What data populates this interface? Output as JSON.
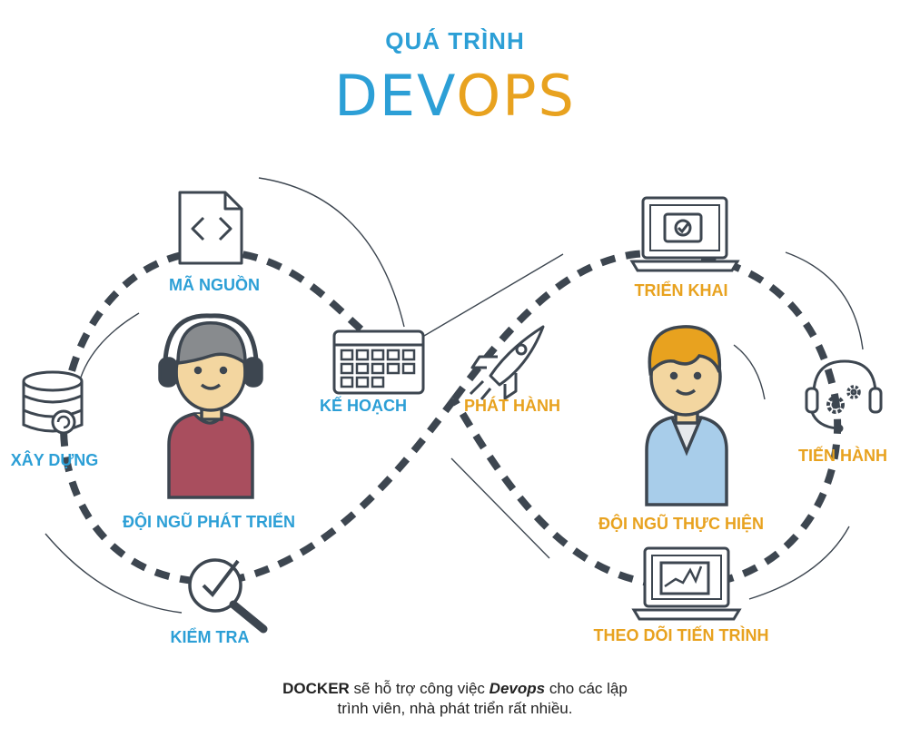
{
  "title": {
    "line1": "QUÁ TRÌNH",
    "dev": "DEV",
    "ops": "OPS"
  },
  "left_loop": {
    "team": "ĐỘI NGŨ PHÁT TRIỂN",
    "stages": {
      "code": "MÃ NGUỒN",
      "plan": "KẾ HOẠCH",
      "build": "XÂY DỰNG",
      "test": "KIỂM TRA"
    }
  },
  "center": {
    "release": "PHÁT HÀNH"
  },
  "right_loop": {
    "team": "ĐỘI NGŨ THỰC HIỆN",
    "stages": {
      "deploy": "TRIỂN KHAI",
      "operate": "TIẾN HÀNH",
      "monitor": "THEO DÕI TIẾN TRÌNH"
    }
  },
  "caption": {
    "brand": "DOCKER",
    "text1": " sẽ hỗ trợ công việc ",
    "emph": "Devops",
    "text2": " cho các lập",
    "line2": "trình viên, nhà phát triển rất nhiều."
  },
  "colors": {
    "blue": "#2c9fd6",
    "orange": "#e8a21f",
    "dark": "#3d4650",
    "dev_shirt": "#a94e5e",
    "ops_shirt": "#a8cdea",
    "skin": "#f3d6a0"
  }
}
